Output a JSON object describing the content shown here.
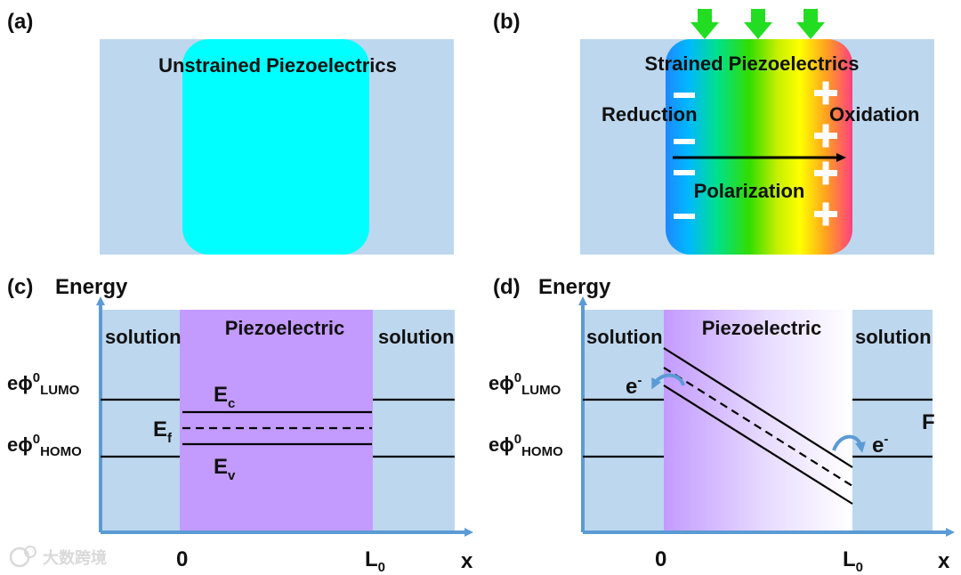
{
  "panel_a": {
    "tag": "(a)",
    "title": "Unstrained Piezoelectrics"
  },
  "panel_b": {
    "tag": "(b)",
    "title": "Strained Piezoelectrics",
    "left_label": "Reduction",
    "right_label": "Oxidation",
    "arrow_label": "Polarization"
  },
  "panel_c": {
    "tag": "(c)",
    "y_axis": "Energy",
    "x_axis": "x",
    "left_region": "solution",
    "center_region": "Piezoelectric",
    "right_region": "solution",
    "lumo": {
      "base": "eϕ",
      "sup": "0",
      "sub": "LUMO"
    },
    "homo": {
      "base": "eϕ",
      "sup": "0",
      "sub": "HOMO"
    },
    "ec": {
      "base": "E",
      "sub": "c"
    },
    "ef": {
      "base": "E",
      "sub": "f"
    },
    "ev": {
      "base": "E",
      "sub": "v"
    },
    "x_zero": "0",
    "x_l": {
      "base": "L",
      "sub": "0"
    }
  },
  "panel_d": {
    "tag": "(d)",
    "y_axis": "Energy",
    "x_axis": "x",
    "left_region": "solution",
    "center_region": "Piezoelectric",
    "right_region": "solution",
    "lumo": {
      "base": "eϕ",
      "sup": "0",
      "sub": "LUMO"
    },
    "homo": {
      "base": "eϕ",
      "sup": "0",
      "sub": "HOMO"
    },
    "electron_left": {
      "base": "e",
      "sup": "-"
    },
    "electron_right": {
      "base": "e",
      "sup": "-"
    },
    "f_label": "F",
    "x_zero": "0",
    "x_l": {
      "base": "L",
      "sub": "0"
    }
  },
  "watermark": "大数跨境",
  "colors": {
    "solution_blue": "#bdd7ee",
    "cyan": "#00ffff",
    "piezo_purple": "#c39bff",
    "axis_blue": "#5b9bd5",
    "arrow_green": "#22dd22"
  }
}
